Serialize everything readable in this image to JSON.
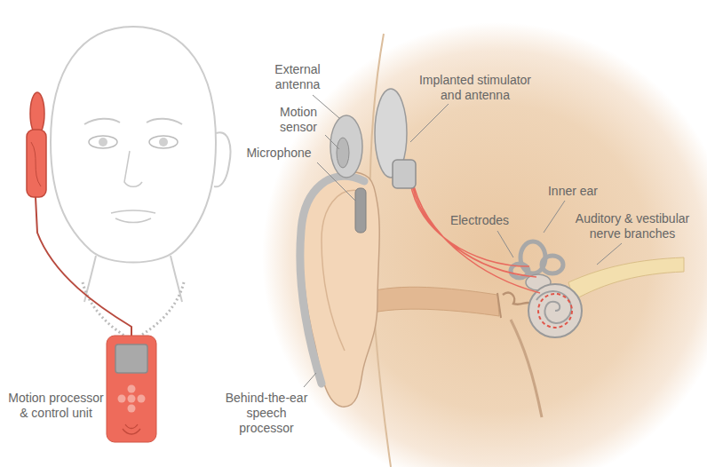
{
  "diagram": {
    "labels": [
      "External antenna",
      "Implanted stimulator and antenna",
      "Motion sensor",
      "Microphone",
      "Inner ear",
      "Electrodes",
      "Auditory & vestibular nerve branches",
      "Motion processor & control unit",
      "Behind-the-ear speech processor"
    ]
  }
}
